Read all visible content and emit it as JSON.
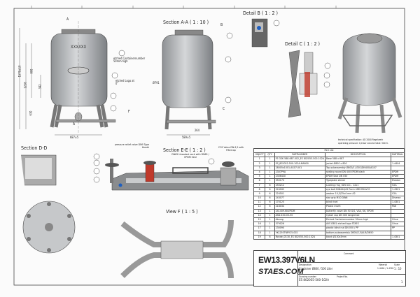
{
  "views": {
    "section_aa": "Section A-A ( 1 : 10 )",
    "detail_b": "Detail B ( 1 : 2 )",
    "detail_c": "Detail C ( 1 : 2 )",
    "section_dd": "Section D-D",
    "section_ee": "Section E-E ( 1 : 2 )",
    "view_f": "View F ( 1 : 5 )"
  },
  "annotations": {
    "etched_number": "etched Containernumber 50mm high",
    "etched_logo": "etched Logo at 0°",
    "pressure_relief": "pressure relief valve DN9 Type Kombi",
    "threaded_neck": "DN65 threaded neck with DN65 / EPDM Seal",
    "co2_valve": "CO2 Valve DN 6,5 with Filtercap",
    "tech_spec": "technical specification: AD 2000 Regelwerk",
    "operating": "operating pressure: 0,0 bar    volume total: 500 lt.",
    "dims": {
      "d1": "687±5",
      "d2": "589±5",
      "h1": "1218",
      "h2": "800",
      "h3": "630",
      "h4": "342",
      "h5": "1578±10",
      "dia": "Ø791",
      "w": "264"
    },
    "section_marks": [
      "A",
      "A",
      "B",
      "C",
      "F"
    ]
  },
  "parts_list": {
    "title": "Part List",
    "headers": [
      "OBJECT",
      "QTY",
      "PARTNUMBER",
      "DESCRIPTION",
      "MATERIAL"
    ],
    "rows": [
      [
        "1",
        "1",
        "FS GSK 588-687-002_ES 802055-500-102A",
        "Base 588 x 687",
        ""
      ],
      [
        "2",
        "1",
        "ES_802052-500-102A-MA800",
        "jacket Ø800 x 800",
        "1.4404"
      ],
      [
        "3",
        "1",
        "28005x1001-AG07-001",
        "Top-subassembly Ø800/1,4301/DN400/AG07",
        ""
      ],
      [
        "4",
        "1",
        "2307P9A",
        "sealing round DN 400 EPDM black",
        "EPDM"
      ],
      [
        "5",
        "1",
        "2306430",
        "EPDM Seal DN 050",
        "EPDM"
      ],
      [
        "6",
        "1",
        "350170",
        "Typeplate sticker",
        "Elastan"
      ],
      [
        "7",
        "6",
        "250212",
        "Locking ring / DN 411 - 12x1",
        "V2A"
      ],
      [
        "8",
        "6",
        "224182",
        "eye bolt DIN444/A2 Form LBM M10x70",
        "1.4301"
      ],
      [
        "9",
        "6",
        "224501",
        "washer 10,5/25x4 mm A2",
        "V2A"
      ],
      [
        "10",
        "6",
        "243077",
        "star grip M10 DIN6",
        "Diverse"
      ],
      [
        "11",
        "6",
        "170125",
        "blind rivet",
        "1.4301"
      ],
      [
        "12",
        "6",
        "218034",
        "Plastic insert",
        "PA6"
      ],
      [
        "13",
        "1",
        "241409-KK-EPDM",
        "butterfly valve DN 50 G/S, V4A, KK, EPDM",
        ""
      ],
      [
        "14",
        "1",
        "ASD-400-03-50",
        "Cyboll cap DN 400 tangential",
        ""
      ],
      [
        "15",
        "1",
        "Ätzung",
        "Etched Containernumber 50mm high",
        "Ohne"
      ],
      [
        "16",
        "1",
        "579026",
        "AVS 8381 etched logo STAES",
        "Ohne"
      ],
      [
        "17",
        "1",
        "230090",
        "plastic blind nut DN 050 / PP",
        "PP"
      ],
      [
        "18",
        "1",
        "YKL250TNRY25-002",
        "bottom-subassembly Ø800/2,5/ALR/DN50",
        ""
      ],
      [
        "19",
        "6",
        "Ronde_Ø130_ES 802055-500-102A",
        "blank Ø130x3mm",
        "1.4301"
      ]
    ]
  },
  "title_block": {
    "code": "EW13.397V6LN",
    "brand": "STAES.COM",
    "designation_label": "Designation",
    "designation": "Container Ø800 / 500 Liter",
    "drawing_number_label": "Drawing number",
    "drawing_number": "ES 802055-500-102A",
    "project_label": "Project No.",
    "comment_label": "Comment",
    "material_label": "Material",
    "material": "1.4404 / 1.4301",
    "scale_label": "Scale",
    "scale": "1 : 10",
    "sheet": "1"
  },
  "colors": {
    "line": "#333333",
    "tank": "#b9bcbf",
    "seal": "#c0392b",
    "dot": "#1f5fbf"
  }
}
